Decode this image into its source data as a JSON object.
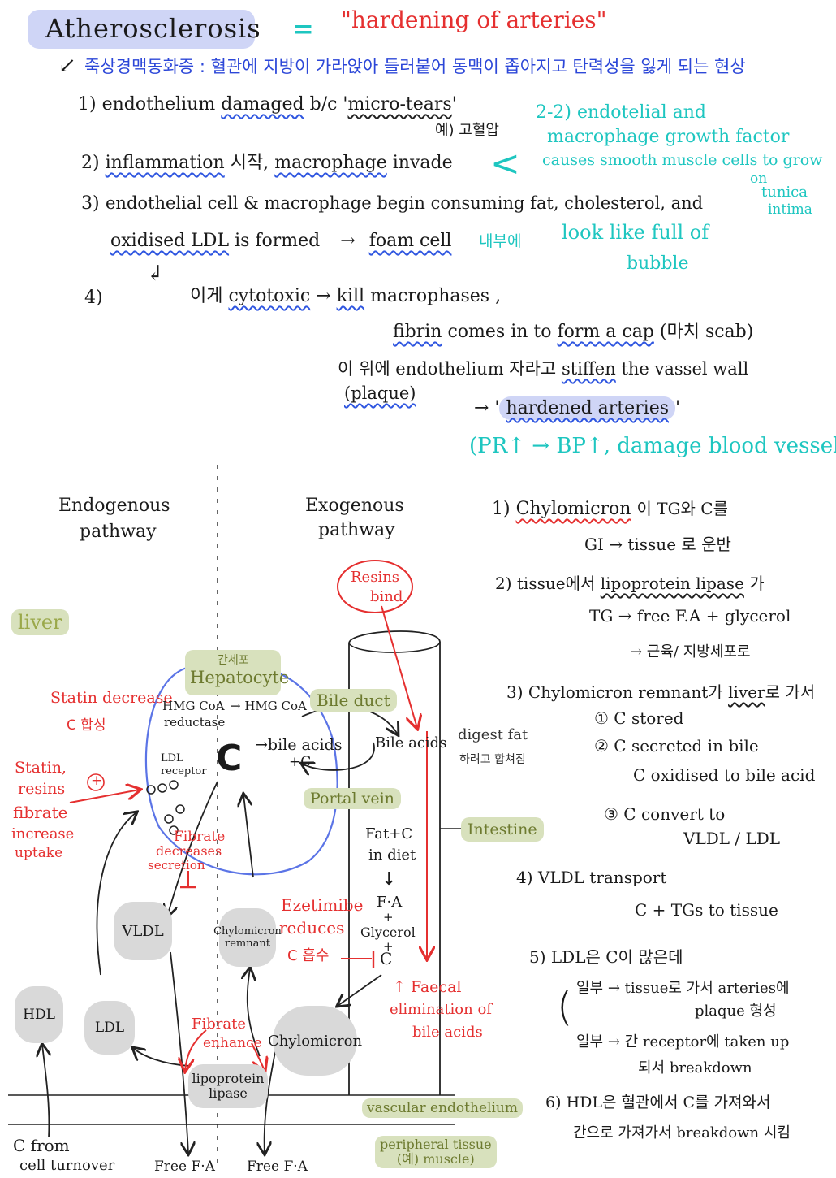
{
  "header": {
    "title": "Atherosclerosis",
    "equals": "=",
    "meaning": "\"hardening of arteries\"",
    "korean_definition": "죽상경맥동화증 : 혈관에 지방이 가라앉아 들러붙어 동맥이 좁아지고 탄력성을 잃게 되는 현상"
  },
  "steps": {
    "s1_num": "1)",
    "s1_a": "endothelium",
    "s1_b": "damaged",
    "s1_c": "b/c '",
    "s1_d": "micro-tears",
    "s1_e": "'",
    "s1_note": "예) 고혈압",
    "s2_num": "2)",
    "s2_a": "inflammation",
    "s2_b": "시작,",
    "s2_c": "macrophage",
    "s2_d": "invade",
    "side_note_1": "2-2) endotelial and",
    "side_note_2": "macrophage growth factor",
    "side_note_3": "causes smooth muscle cells to grow",
    "side_note_4": "on",
    "side_note_5": "tunica",
    "side_note_6": "intima",
    "s3_num": "3)",
    "s3_a": "endothelial cell & macrophage begin consuming fat, cholesterol, and",
    "s3_b": "oxidised LDL",
    "s3_c": "is formed",
    "s3_arrow": "→",
    "s3_d": "foam cell",
    "s3_e": "내부에",
    "s3_f": "look like full of",
    "s3_g": "bubble",
    "s4_num": "4)",
    "s4_a": "이게",
    "s4_b": "cytotoxic",
    "s4_c": "→",
    "s4_d": "kill",
    "s4_e": "macrophases ,",
    "s4_f": "fibrin",
    "s4_g": "comes in to",
    "s4_h": "form a cap",
    "s4_i": "(마치 scab)",
    "s4_j": "이 위에 endothelium 자라고",
    "s4_k": "stiffen",
    "s4_l": "the vassel wall",
    "s4_m": "(plaque)",
    "s4_n": "→ '",
    "s4_o": "hardened arteries",
    "s4_p": "'",
    "s4_q": "(PR↑ → BP↑, damage blood vessel)"
  },
  "diagram": {
    "endogenous": "Endogenous",
    "endogenous_2": "pathway",
    "exogenous": "Exogenous",
    "exogenous_2": "pathway",
    "liver": "liver",
    "hepatocyte_kr": "간세포",
    "hepatocyte": "Hepatocyte",
    "bile_duct": "Bile duct",
    "statin_decrease": "Statin decrease",
    "c_synth": "C 합성",
    "hmg": "HMG CoA",
    "reductase": "reductase",
    "hmg_arrow": "→ HMG CoA",
    "ldl_receptor": "LDL",
    "ldl_receptor_2": "receptor",
    "c_big": "C",
    "bile_acids": "→bile acids",
    "plus_c": "+C",
    "bile_acids_2": "Bile acids",
    "digest_fat": "digest fat",
    "digest_fat_kr": "하려고 합쳐짐",
    "portal_vein": "Portal vein",
    "statin_left": "Statin,",
    "resins_left": "resins",
    "fibrate_left": "fibrate",
    "increase": "increase",
    "uptake": "uptake",
    "plus_sign": "+",
    "fibrate_dec": "Fibrate",
    "decreases": "decreases",
    "secretion": "secretion",
    "resins": "Resins",
    "bind": "bind",
    "fat_c": "Fat+C",
    "in_diet": "in diet",
    "down_arrow": "↓",
    "fa": "F·A",
    "plus1": "+",
    "glycerol": "Glycerol",
    "plus2": "+",
    "c_small": "C",
    "intestine": "Intestine",
    "ezetimibe": "Ezetimibe",
    "reduces": "reduces",
    "c_absorb": "C 흡수",
    "faecal_1": "↑ Faecal",
    "faecal_2": "elimination of",
    "faecal_3": "bile acids",
    "vldl": "VLDL",
    "chylo_remnant_1": "Chylomicron",
    "chylo_remnant_2": "remnant",
    "hdl": "HDL",
    "ldl": "LDL",
    "chylomicron": "Chylomicron",
    "fibrate_enh_1": "Fibrate",
    "fibrate_enh_2": "enhance",
    "lpl_1": "lipoprotein",
    "lpl_2": "lipase",
    "vascular": "vascular endothelium",
    "peripheral": "peripheral tissue",
    "peripheral_2": "(예) muscle)",
    "c_from": "C from",
    "cell_turnover": "cell turnover",
    "free_fa_1": "Free F·A",
    "free_fa_2": "Free F·A"
  },
  "notes": {
    "n1_num": "1)",
    "n1_a": "Chylomicron",
    "n1_b": "이 TG와 C를",
    "n1_c": "GI → tissue 로 운반",
    "n2_num": "2)",
    "n2_a": "tissue에서",
    "n2_b": "lipoprotein lipase",
    "n2_c": "가",
    "n2_d": "TG → free F.A + glycerol",
    "n2_e": "→ 근육/ 지방세포로",
    "n3_num": "3)",
    "n3_a": "Chylomicron remnant가",
    "n3_b": "liver",
    "n3_c": "로 가서",
    "n3_1": "① C stored",
    "n3_2": "② C secreted in bile",
    "n3_2b": "C oxidised to bile acid",
    "n3_3": "③ C convert to",
    "n3_3b": "VLDL / LDL",
    "n4_num": "4)",
    "n4_a": "VLDL transport",
    "n4_b": "C + TGs to tissue",
    "n5_num": "5)",
    "n5_a": "LDL은 C이 많은데",
    "n5_b": "일부 → tissue로 가서 arteries에",
    "n5_c": "plaque 형성",
    "n5_d": "일부 → 간 receptor에 taken up",
    "n5_e": "되서 breakdown",
    "n6_num": "6)",
    "n6_a": "HDL은 혈관에서 C를 가져와서",
    "n6_b": "간으로 가져가서 breakdown 시킴"
  },
  "colors": {
    "red": "#e53030",
    "cyan": "#1ec6c0",
    "blue": "#2c47d8",
    "highlight_blue": "#cfd5f6",
    "highlight_green": "#d8e1bd",
    "grey": "#d9d9d9"
  }
}
